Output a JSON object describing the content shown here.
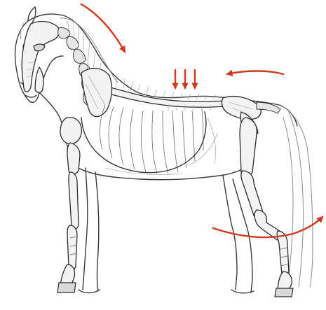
{
  "figure": {
    "subject": "horse-skeleton-illustration",
    "colors": {
      "arrow": "#d2391f",
      "line": "#3a3a3a",
      "bone_fill": "#f3f3f3",
      "background": "#ffffff"
    },
    "arrows": [
      {
        "name": "neck-arrow",
        "direction": "down-along-neck"
      },
      {
        "name": "back-down-arrow-1",
        "direction": "down"
      },
      {
        "name": "back-down-arrow-2",
        "direction": "down"
      },
      {
        "name": "back-down-arrow-3",
        "direction": "down"
      },
      {
        "name": "croup-arrow",
        "direction": "left-toward-back"
      },
      {
        "name": "hindleg-arrow",
        "direction": "curved-right-under-hock"
      }
    ]
  }
}
